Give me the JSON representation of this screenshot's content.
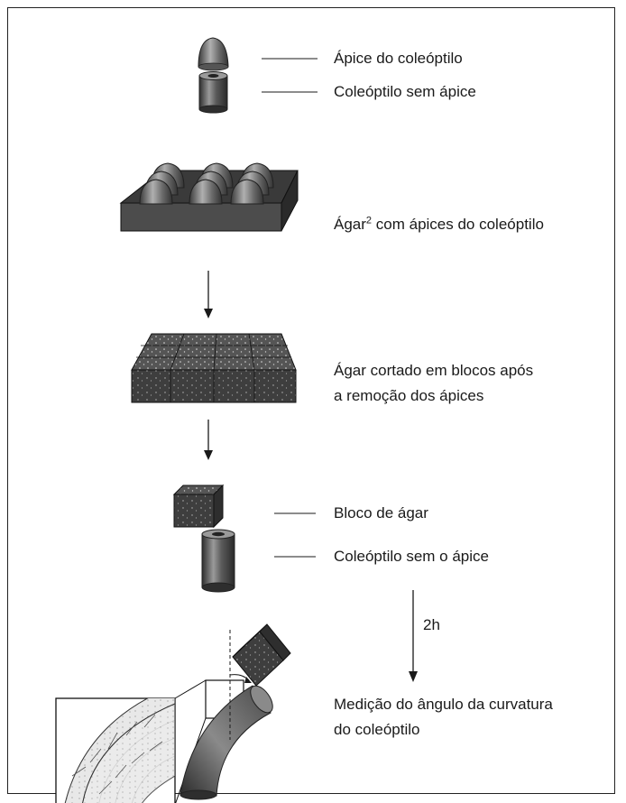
{
  "labels": {
    "tip": "Ápice do coleóptilo",
    "stump": "Coleóptilo sem ápice",
    "agar_tips": "Ágar",
    "agar_tips_sup": "2",
    "agar_tips_rest": " com ápices do coleóptilo",
    "agar_cut_line1": "Ágar cortado em blocos após",
    "agar_cut_line2": "a remoção dos ápices",
    "agar_block": "Bloco de ágar",
    "stump_no_tip": "Coleóptilo sem o ápice",
    "time": "2h",
    "measure_line1": "Medição do ângulo da curvatura",
    "measure_line2": "do coleóptilo"
  },
  "colors": {
    "dark_gray": "#4a4a4a",
    "mid_gray": "#7a7a7a",
    "light_gray": "#b8b8b8",
    "line": "#1a1a1a"
  }
}
